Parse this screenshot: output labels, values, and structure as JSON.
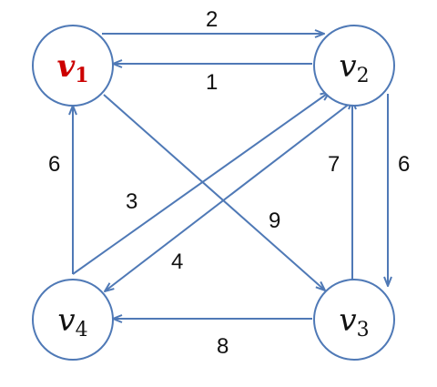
{
  "colors": {
    "edge": "#4f79b6",
    "node_stroke": "#4f79b6",
    "highlight_text": "#cc0000",
    "text": "#111111"
  },
  "nodes": [
    {
      "id": "v1",
      "name": "v",
      "sub": "1",
      "highlight": true
    },
    {
      "id": "v2",
      "name": "v",
      "sub": "2",
      "highlight": false
    },
    {
      "id": "v3",
      "name": "v",
      "sub": "3",
      "highlight": false
    },
    {
      "id": "v4",
      "name": "v",
      "sub": "4",
      "highlight": false
    }
  ],
  "edges": [
    {
      "from": "v1",
      "to": "v2",
      "weight": "2"
    },
    {
      "from": "v2",
      "to": "v1",
      "weight": "1"
    },
    {
      "from": "v1",
      "to": "v3",
      "weight": "9"
    },
    {
      "from": "v2",
      "to": "v3",
      "weight": "6"
    },
    {
      "from": "v3",
      "to": "v2",
      "weight": "7"
    },
    {
      "from": "v2",
      "to": "v4",
      "weight": "4"
    },
    {
      "from": "v4",
      "to": "v2",
      "weight": "3"
    },
    {
      "from": "v4",
      "to": "v1",
      "weight": "6"
    },
    {
      "from": "v3",
      "to": "v4",
      "weight": "8"
    }
  ]
}
